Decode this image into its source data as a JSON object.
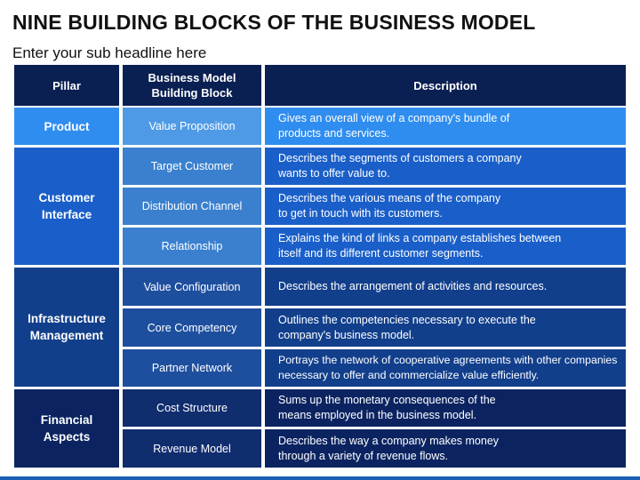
{
  "title": "NINE BUILDING BLOCKS OF THE BUSINESS MODEL",
  "subtitle": "Enter your sub headline here",
  "headers": {
    "pillar": "Pillar",
    "block": "Business Model Building Block",
    "description": "Description"
  },
  "pillars": [
    "Product",
    "Customer Interface",
    "Infrastructure Management",
    "Financial Aspects"
  ],
  "rows": [
    {
      "block": "Value Proposition",
      "description": "Gives an overall view of a company's bundle of products and services."
    },
    {
      "block": "Target Customer",
      "description": "Describes the segments of customers a company wants to offer value to."
    },
    {
      "block": "Distribution Channel",
      "description": "Describes the various means of the company to get in touch with its customers."
    },
    {
      "block": "Relationship",
      "description": "Explains the kind of links a company establishes between itself and its different customer segments."
    },
    {
      "block": "Value Configuration",
      "description": "Describes the arrangement of activities and resources."
    },
    {
      "block": "Core Competency",
      "description": "Outlines the competencies necessary to execute the company's business model."
    },
    {
      "block": "Partner Network",
      "description": "Portrays the network of cooperative agreements with other companies necessary to offer and commercialize value efficiently."
    },
    {
      "block": "Cost Structure",
      "description": "Sums up the monetary consequences of the means employed in the business model."
    },
    {
      "block": "Revenue Model",
      "description": "Describes the way a company makes money through a variety of revenue flows."
    }
  ]
}
